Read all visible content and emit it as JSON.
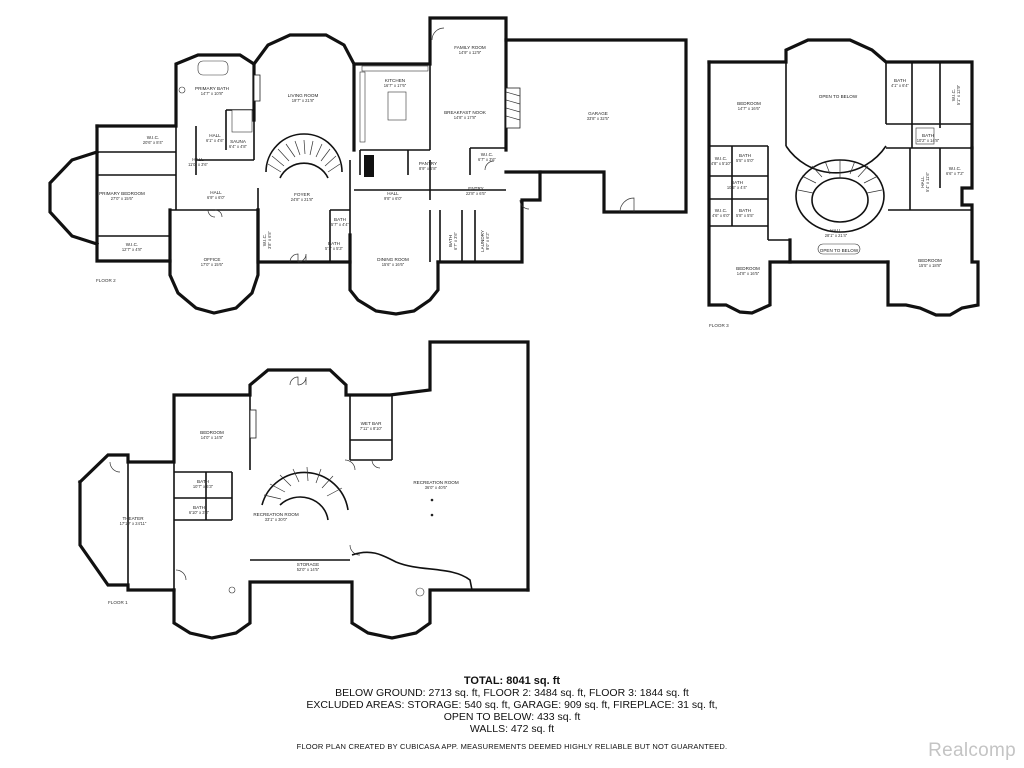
{
  "floors": {
    "floor2": {
      "label": "FLOOR 2",
      "rooms": [
        {
          "id": "primary-bath",
          "name": "PRIMARY BATH",
          "dims": "14'7\" x 10'8\""
        },
        {
          "id": "wic-1",
          "name": "W.I.C.",
          "dims": "20'6\" x 8'4\""
        },
        {
          "id": "hall-a",
          "name": "HALL",
          "dims": "6'1\" x 4'6\""
        },
        {
          "id": "sauna",
          "name": "SAUNA",
          "dims": "6'4\" x 4'8\""
        },
        {
          "id": "hall-b",
          "name": "HALL",
          "dims": "11'0\" x 3'6\""
        },
        {
          "id": "primary-bedroom",
          "name": "PRIMARY BEDROOM",
          "dims": "27'0\" x 15'6\""
        },
        {
          "id": "hall-c",
          "name": "HALL",
          "dims": "6'9\" x 6'0\""
        },
        {
          "id": "wic-2",
          "name": "W.I.C.",
          "dims": "12'7\" x 4'8\""
        },
        {
          "id": "office",
          "name": "OFFICE",
          "dims": "17'0\" x 15'6\""
        },
        {
          "id": "living-room",
          "name": "LIVING ROOM",
          "dims": "19'7\" x 21'8\""
        },
        {
          "id": "foyer",
          "name": "FOYER",
          "dims": "24'8\" x 21'8\""
        },
        {
          "id": "wic-3",
          "name": "W.I.C.",
          "dims": "3'8\" x 6'5\""
        },
        {
          "id": "bath-a",
          "name": "BATH",
          "dims": "5'7\" x 4'4\""
        },
        {
          "id": "bath-b",
          "name": "BATH",
          "dims": "5'7\" x 5'3\""
        },
        {
          "id": "kitchen",
          "name": "KITCHEN",
          "dims": "16'7\" x 17'6\""
        },
        {
          "id": "family-room",
          "name": "FAMILY ROOM",
          "dims": "14'9\" x 12'9\""
        },
        {
          "id": "breakfast-nook",
          "name": "BREAKFAST NOOK",
          "dims": "14'8\" x 17'8\""
        },
        {
          "id": "pantry",
          "name": "PANTRY",
          "dims": "8'9\" x 5'8\""
        },
        {
          "id": "wic-4",
          "name": "W.I.C.",
          "dims": "6'7\" x 3'6\""
        },
        {
          "id": "hall-d",
          "name": "HALL",
          "dims": "9'8\" x 6'0\""
        },
        {
          "id": "entry",
          "name": "ENTRY",
          "dims": "22'8\" x 6'5\""
        },
        {
          "id": "bath-c",
          "name": "BATH",
          "dims": "6'7\" x 3'6\""
        },
        {
          "id": "laundry",
          "name": "LAUNDRY",
          "dims": "9'0\" x 6'2\""
        },
        {
          "id": "dining-room",
          "name": "DINING ROOM",
          "dims": "15'6\" x 16'6\""
        },
        {
          "id": "garage",
          "name": "GARAGE",
          "dims": "33'8\" x 32'5\""
        }
      ]
    },
    "floor3": {
      "label": "FLOOR 3",
      "rooms": [
        {
          "id": "f3-bedroom-1",
          "name": "BEDROOM",
          "dims": "14'7\" x 16'6\""
        },
        {
          "id": "f3-open-above-1",
          "name": "OPEN TO BELOW",
          "dims": ""
        },
        {
          "id": "f3-bath-1",
          "name": "BATH",
          "dims": "4'1\" x 6'4\""
        },
        {
          "id": "f3-wic-1",
          "name": "W.I.C.",
          "dims": "5'1\" x 12'9\""
        },
        {
          "id": "f3-bath-2",
          "name": "BATH",
          "dims": "10'2\" x 14'8\""
        },
        {
          "id": "f3-wic-2",
          "name": "W.I.C.",
          "dims": "4'8\" x 5'10\""
        },
        {
          "id": "f3-bath-3",
          "name": "BATH",
          "dims": "5'5\" x 5'0\""
        },
        {
          "id": "f3-bath-4",
          "name": "BATH",
          "dims": "10'5\" x 4'4\""
        },
        {
          "id": "f3-wic-3",
          "name": "W.I.C.",
          "dims": "4'6\" x 6'0\""
        },
        {
          "id": "f3-bath-5",
          "name": "BATH",
          "dims": "5'8\" x 5'5\""
        },
        {
          "id": "f3-hall-1",
          "name": "HALL",
          "dims": "28'1\" x 21'4\""
        },
        {
          "id": "f3-open-above-2",
          "name": "OPEN TO BELOW",
          "dims": ""
        },
        {
          "id": "f3-hall-2",
          "name": "HALL",
          "dims": "5'4\" x 11'6\""
        },
        {
          "id": "f3-wic-4",
          "name": "W.I.C.",
          "dims": "6'6\" x 7'2\""
        },
        {
          "id": "f3-bedroom-2",
          "name": "BEDROOM",
          "dims": "14'8\" x 16'5\""
        },
        {
          "id": "f3-bedroom-3",
          "name": "BEDROOM",
          "dims": "15'5\" x 18'8\""
        }
      ]
    },
    "floor1": {
      "label": "FLOOR 1",
      "rooms": [
        {
          "id": "f1-bedroom",
          "name": "BEDROOM",
          "dims": "14'0\" x 14'8\""
        },
        {
          "id": "f1-wet-bar",
          "name": "WET BAR",
          "dims": "7'11\" x 8'10\""
        },
        {
          "id": "f1-rec-1",
          "name": "RECREATION ROOM",
          "dims": "36'0\" x 40'6\""
        },
        {
          "id": "f1-bath-1",
          "name": "BATH",
          "dims": "10'7\" x 6'3\""
        },
        {
          "id": "f1-theater",
          "name": "THEATER",
          "dims": "17'10\" x 24'11\""
        },
        {
          "id": "f1-bath-2",
          "name": "BATH",
          "dims": "6'10\" x 3'8\""
        },
        {
          "id": "f1-rec-2",
          "name": "RECREATION ROOM",
          "dims": "33'1\" x 30'0\""
        },
        {
          "id": "f1-storage",
          "name": "STORAGE",
          "dims": "52'0\" x 14'5\""
        }
      ]
    }
  },
  "summary": {
    "total": "TOTAL: 8041 sq. ft",
    "line1": "BELOW GROUND: 2713 sq. ft, FLOOR 2: 3484 sq. ft, FLOOR 3: 1844 sq. ft",
    "line2": "EXCLUDED AREAS: STORAGE: 540 sq. ft, GARAGE: 909 sq. ft, FIREPLACE: 31 sq. ft,",
    "line3": "OPEN TO BELOW: 433 sq. ft",
    "line4": "WALLS: 472 sq. ft"
  },
  "disclaimer": "FLOOR PLAN CREATED BY CUBICASA APP. MEASUREMENTS DEEMED HIGHLY RELIABLE BUT NOT GUARANTEED.",
  "brand": "Realcomp"
}
